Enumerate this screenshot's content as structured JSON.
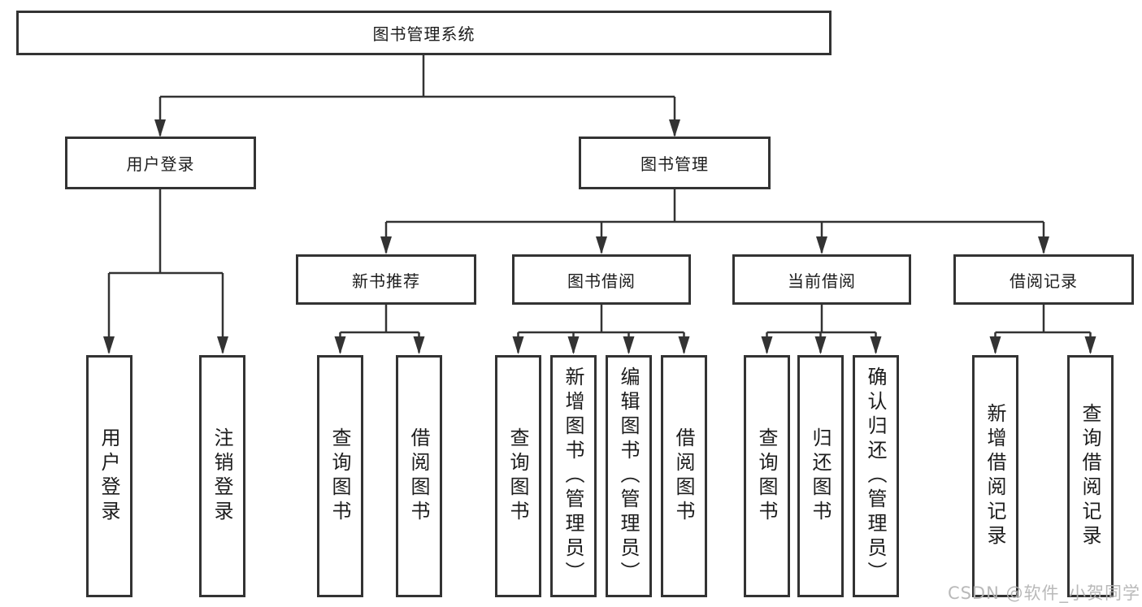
{
  "diagram": {
    "type": "hierarchy-tree",
    "root": "图书管理系统",
    "level2": [
      "用户登录",
      "图书管理"
    ],
    "level3": [
      "新书推荐",
      "图书借阅",
      "当前借阅",
      "借阅记录"
    ],
    "leaves_login": [
      "用户登录",
      "注销登录"
    ],
    "leaves_new_books": [
      "查询图书",
      "借阅图书"
    ],
    "leaves_borrowing": [
      "查询图书",
      "新增图书（管理员）",
      "编辑图书（管理员）",
      "借阅图书"
    ],
    "leaves_current": [
      "查询图书",
      "归还图书",
      "确认归还（管理员）"
    ],
    "leaves_records": [
      "新增借阅记录",
      "查询借阅记录"
    ],
    "colors": {
      "line": "#333333",
      "box_border": "#333333",
      "box_fill": "#ffffff",
      "text": "#1c1c1c",
      "watermark": "#b4b4b4"
    }
  },
  "watermark": "CSDN @软件_小贺同学"
}
